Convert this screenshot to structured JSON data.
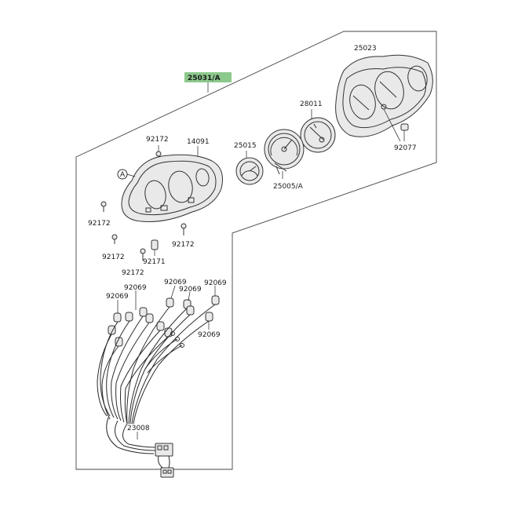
{
  "main_label": {
    "text": "25031/A",
    "highlight": "#8cc98c"
  },
  "callout_a": "A",
  "labels": [
    {
      "id": "25023",
      "text": "25023"
    },
    {
      "id": "28011",
      "text": "28011"
    },
    {
      "id": "25015",
      "text": "25015"
    },
    {
      "id": "14091",
      "text": "14091"
    },
    {
      "id": "92172-1",
      "text": "92172"
    },
    {
      "id": "92172-2",
      "text": "92172"
    },
    {
      "id": "92172-3",
      "text": "92172"
    },
    {
      "id": "92172-4",
      "text": "92172"
    },
    {
      "id": "92172-5",
      "text": "92172"
    },
    {
      "id": "92171",
      "text": "92171"
    },
    {
      "id": "25005",
      "text": "25005/A"
    },
    {
      "id": "92077",
      "text": "92077"
    },
    {
      "id": "92069-1",
      "text": "92069"
    },
    {
      "id": "92069-2",
      "text": "92069"
    },
    {
      "id": "92069-3",
      "text": "92069"
    },
    {
      "id": "92069-4",
      "text": "92069"
    },
    {
      "id": "92069-5",
      "text": "92069"
    },
    {
      "id": "92069-6",
      "text": "92069"
    },
    {
      "id": "23008",
      "text": "23008"
    }
  ]
}
